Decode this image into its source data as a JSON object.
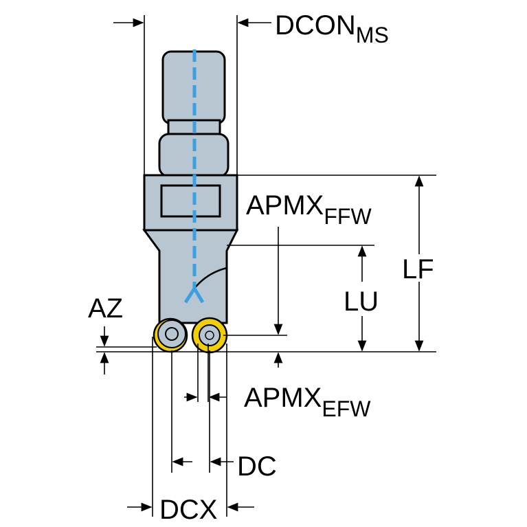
{
  "labels": {
    "dcon": "DCON",
    "dcon_sub": "MS",
    "apmx_ffw": "APMX",
    "apmx_ffw_sub": "FFW",
    "lf": "LF",
    "lu": "LU",
    "az": "AZ",
    "apmx_efw": "APMX",
    "apmx_efw_sub": "EFW",
    "dc": "DC",
    "dcx": "DCX"
  },
  "colors": {
    "body": "#b8c6d2",
    "coolant": "#3aa0e0",
    "insert": "#f2d000"
  }
}
